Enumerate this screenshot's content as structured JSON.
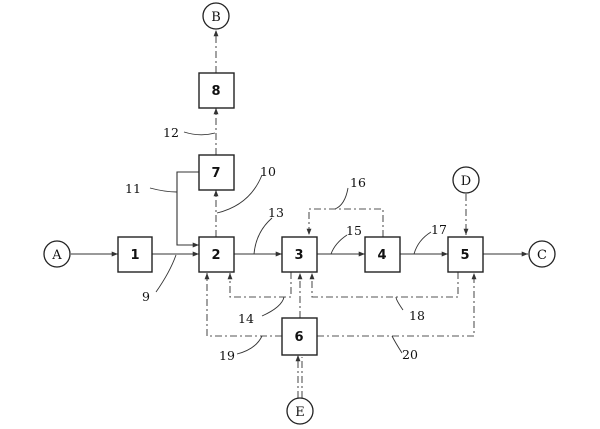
{
  "diagram": {
    "terminals": {
      "A": "A",
      "B": "B",
      "C": "C",
      "D": "D",
      "E": "E"
    },
    "units": {
      "u1": "1",
      "u2": "2",
      "u3": "3",
      "u4": "4",
      "u5": "5",
      "u6": "6",
      "u7": "7",
      "u8": "8"
    },
    "streams": {
      "s9": "9",
      "s10": "10",
      "s11": "11",
      "s12": "12",
      "s13": "13",
      "s14": "14",
      "s15": "15",
      "s16": "16",
      "s17": "17",
      "s18": "18",
      "s19": "19",
      "s20": "20"
    }
  }
}
